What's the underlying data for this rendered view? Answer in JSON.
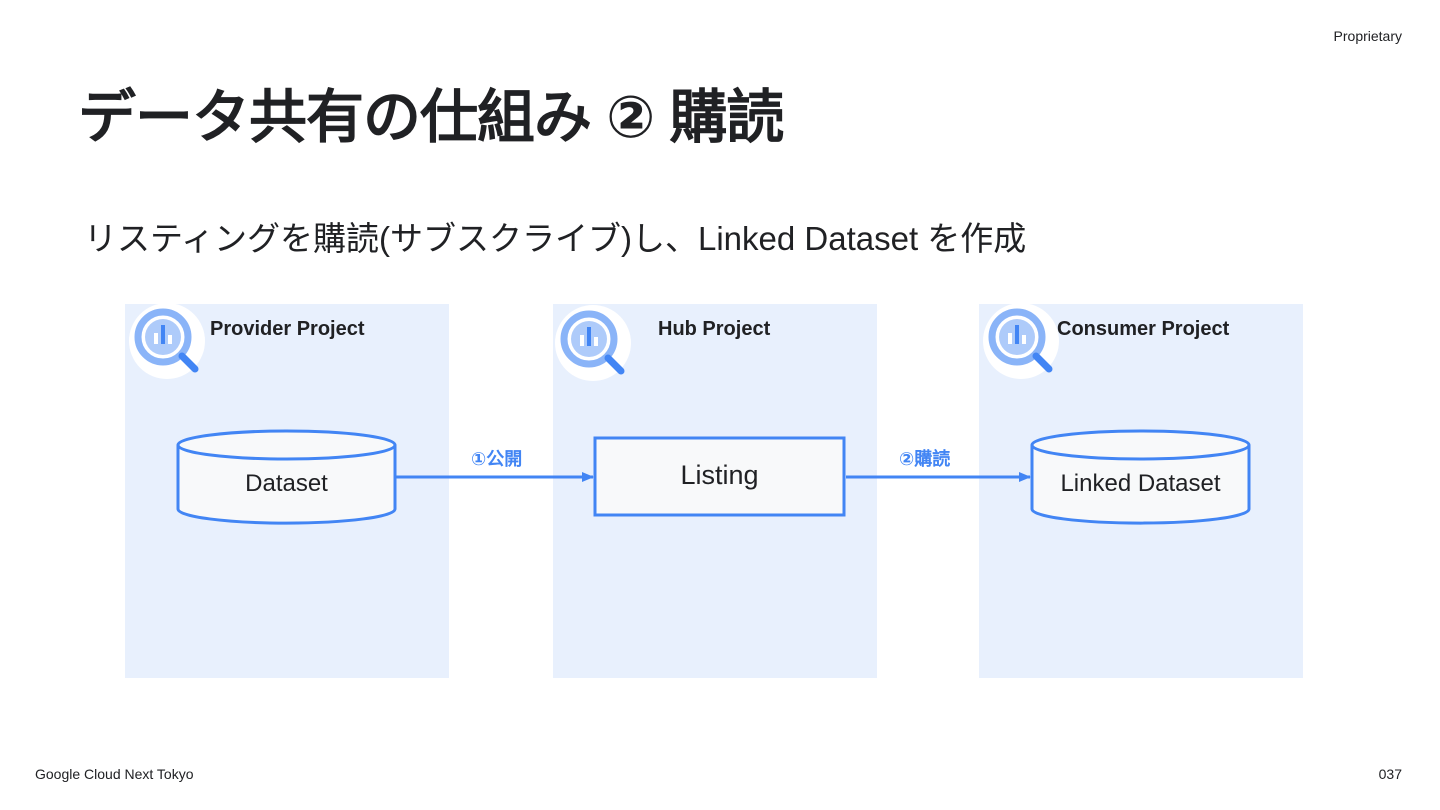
{
  "slide": {
    "proprietary": "Proprietary",
    "title": "データ共有の仕組み ② 購読",
    "subtitle": "リスティングを購読(サブスクライブ)し、Linked Dataset を作成",
    "footer_left": "Google Cloud Next Tokyo",
    "page_number": "037"
  },
  "diagram": {
    "panels": [
      {
        "label": "Provider Project",
        "icon": "bigquery-icon"
      },
      {
        "label": "Hub Project",
        "icon": "bigquery-icon"
      },
      {
        "label": "Consumer Project",
        "icon": "bigquery-icon"
      }
    ],
    "nodes": {
      "dataset": "Dataset",
      "listing": "Listing",
      "linked_dataset": "Linked Dataset"
    },
    "edges": {
      "publish": "①公開",
      "subscribe": "②購読"
    },
    "colors": {
      "panel": "#e8f0fd",
      "accent": "#4285f4",
      "node_fill": "#f8f9fa"
    }
  }
}
